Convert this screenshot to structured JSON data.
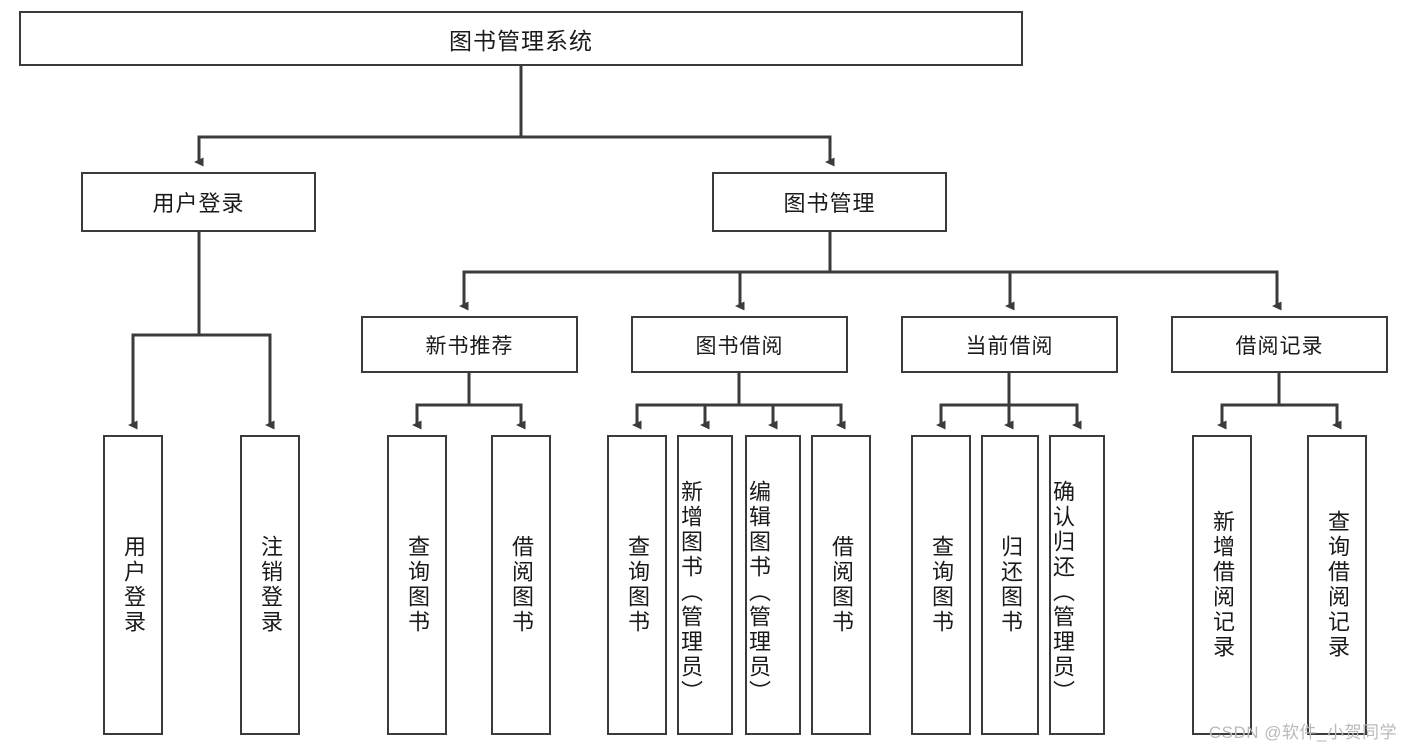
{
  "diagram": {
    "title": "图书管理系统",
    "type": "tree",
    "watermark": "CSDN @软件_小贺同学",
    "stroke_color": "#3b3b3b",
    "fill_color": "#ffffff",
    "text_color": "#1a1a1a",
    "levels": [
      {
        "level": 1,
        "nodes": [
          {
            "id": "root",
            "label": "图书管理系统",
            "orientation": "horizontal"
          }
        ]
      },
      {
        "level": 2,
        "nodes": [
          {
            "id": "login",
            "label": "用户登录",
            "orientation": "horizontal"
          },
          {
            "id": "bookmgmt",
            "label": "图书管理",
            "orientation": "horizontal"
          }
        ]
      },
      {
        "level": 3,
        "nodes": [
          {
            "id": "newbook",
            "label": "新书推荐",
            "orientation": "horizontal"
          },
          {
            "id": "borrow",
            "label": "图书借阅",
            "orientation": "horizontal"
          },
          {
            "id": "current",
            "label": "当前借阅",
            "orientation": "horizontal"
          },
          {
            "id": "records",
            "label": "借阅记录",
            "orientation": "horizontal"
          }
        ]
      },
      {
        "level": 4,
        "nodes": [
          {
            "id": "leaf1",
            "label": "用户登录",
            "orientation": "vertical",
            "parent": "login"
          },
          {
            "id": "leaf2",
            "label": "注销登录",
            "orientation": "vertical",
            "parent": "login"
          },
          {
            "id": "leaf3",
            "label": "查询图书",
            "orientation": "vertical",
            "parent": "newbook"
          },
          {
            "id": "leaf4",
            "label": "借阅图书",
            "orientation": "vertical",
            "parent": "newbook"
          },
          {
            "id": "leaf5",
            "label": "查询图书",
            "orientation": "vertical",
            "parent": "borrow"
          },
          {
            "id": "leaf6",
            "label": "新增图书（管理员）",
            "orientation": "vertical",
            "parent": "borrow"
          },
          {
            "id": "leaf7",
            "label": "编辑图书（管理员）",
            "orientation": "vertical",
            "parent": "borrow"
          },
          {
            "id": "leaf8",
            "label": "借阅图书",
            "orientation": "vertical",
            "parent": "borrow"
          },
          {
            "id": "leaf9",
            "label": "查询图书",
            "orientation": "vertical",
            "parent": "current"
          },
          {
            "id": "leaf10",
            "label": "归还图书",
            "orientation": "vertical",
            "parent": "current"
          },
          {
            "id": "leaf11",
            "label": "确认归还（管理员）",
            "orientation": "vertical",
            "parent": "current"
          },
          {
            "id": "leaf12",
            "label": "新增借阅记录",
            "orientation": "vertical",
            "parent": "records"
          },
          {
            "id": "leaf13",
            "label": "查询借阅记录",
            "orientation": "vertical",
            "parent": "records"
          }
        ]
      }
    ]
  }
}
